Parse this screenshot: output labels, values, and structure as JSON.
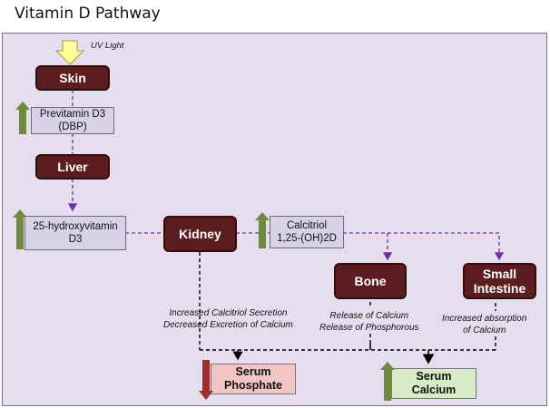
{
  "title": "Vitamin D Pathway",
  "uv_label": "UV Light",
  "nodes": {
    "skin": "Skin",
    "liver": "Liver",
    "kidney": "Kidney",
    "bone": "Bone",
    "intestine": "Small Intestine"
  },
  "info_boxes": {
    "previtamin": [
      "Previtamin D3",
      "(DBP)"
    ],
    "hydroxy": [
      "25-hydroxyvitamin",
      "D3"
    ],
    "calcitriol": [
      "Calcitriol",
      "1,25-(OH)2D"
    ]
  },
  "notes": {
    "kidney": [
      "Increased Calcitriol Secretion",
      "Decreased Excretion of Calcium"
    ],
    "bone": [
      "Release of Calcium",
      "Release  of Phosphorous"
    ],
    "intestine": [
      "Increased  absorption",
      "of Calcium"
    ]
  },
  "serum": {
    "phosphate": [
      "Serum",
      "Phosphate"
    ],
    "calcium": [
      "Serum",
      "Calcium"
    ]
  },
  "colors": {
    "node": "#5c1d20",
    "panel": "#e6deee",
    "info_box": "#d8d2e6",
    "increase_arrow": "#6e8b3d",
    "decrease_arrow": "#a52a2a",
    "dashed_line": "#7030a0",
    "serum_phosphate": "#f2c4c4",
    "serum_calcium": "#d6ecc4",
    "uv_arrow": "#ffff99"
  }
}
